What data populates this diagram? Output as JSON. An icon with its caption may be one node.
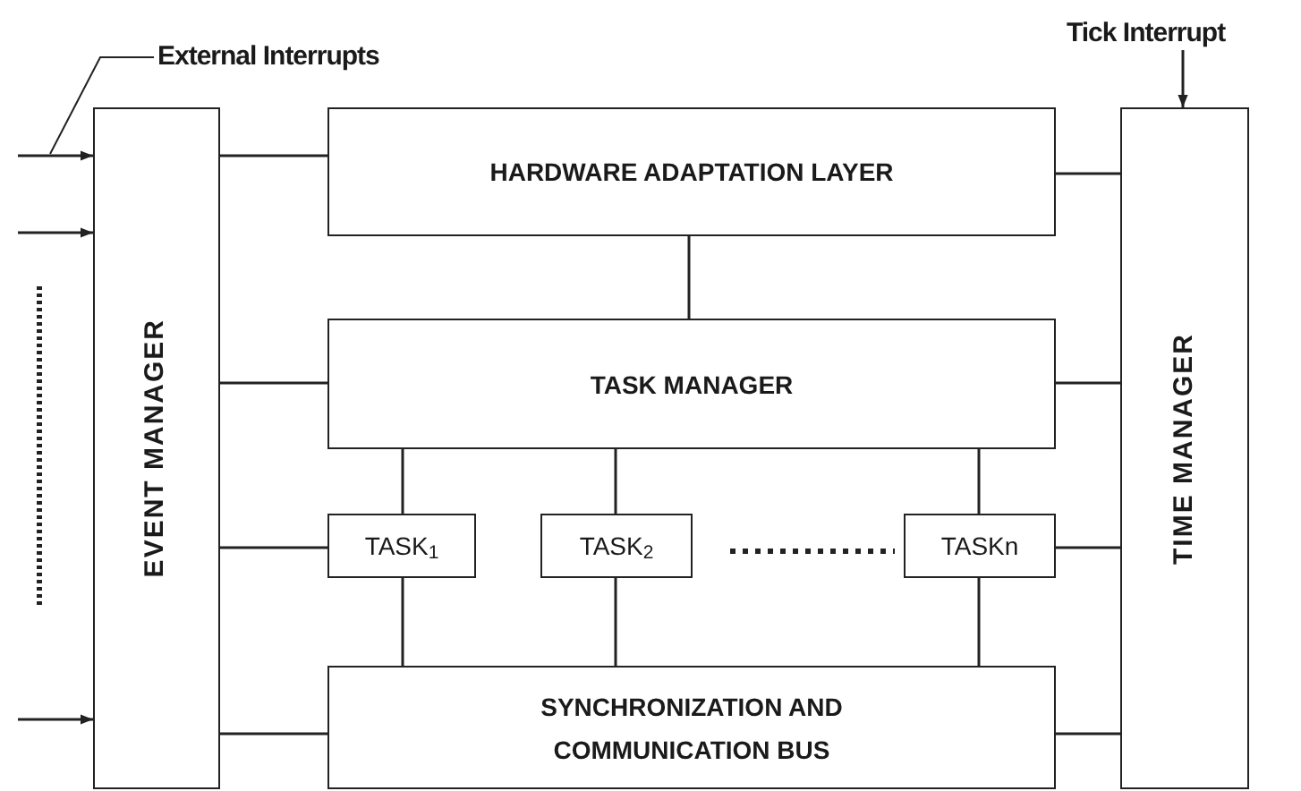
{
  "diagram": {
    "nodes": [
      {
        "text": [
          "External Interrupts"
        ]
      },
      {
        "text": [
          "Tick Interrupt"
        ]
      },
      {
        "text": [
          "EVENT MANAGER"
        ]
      },
      {
        "text": [
          "HARDWARE ADAPTATION LAYER"
        ]
      },
      {
        "text": [
          "TIME MANAGER"
        ]
      },
      {
        "text": [
          "TASK MANAGER"
        ]
      },
      {
        "text": [
          "TASK$_{1}$"
        ]
      },
      {
        "text": [
          "TASK$_{2}$"
        ]
      },
      {
        "text": [
          "TASKn"
        ]
      },
      {
        "text": [
          "SYNCHRONIZATION AND COMMUNICATION BUS"
        ]
      }
    ],
    "edges": [
      {
        "from": 0,
        "to": null,
        "arrow": "none"
      },
      {
        "from": 1,
        "to": 4,
        "arrow": "to"
      },
      {
        "from": null,
        "to": 2,
        "arrow": "to"
      },
      {
        "from": null,
        "to": 2,
        "arrow": "to"
      },
      {
        "from": null,
        "to": 2,
        "arrow": "to"
      },
      {
        "from": 2,
        "to": 3,
        "arrow": "none"
      },
      {
        "from": 3,
        "to": 4,
        "arrow": "none"
      },
      {
        "from": 3,
        "to": 5,
        "arrow": "none"
      },
      {
        "from": 2,
        "to": 5,
        "arrow": "none"
      },
      {
        "from": 5,
        "to": 4,
        "arrow": "none"
      },
      {
        "from": 5,
        "to": 6,
        "arrow": "none"
      },
      {
        "from": 5,
        "to": 7,
        "arrow": "none"
      },
      {
        "from": 5,
        "to": 8,
        "arrow": "none"
      },
      {
        "from": 2,
        "to": 6,
        "arrow": "none"
      },
      {
        "from": 8,
        "to": 4,
        "arrow": "none"
      },
      {
        "from": 6,
        "to": 9,
        "arrow": "none"
      },
      {
        "from": 7,
        "to": 9,
        "arrow": "none"
      },
      {
        "from": 8,
        "to": 9,
        "arrow": "none"
      },
      {
        "from": 2,
        "to": 9,
        "arrow": "none"
      },
      {
        "from": 9,
        "to": 4,
        "arrow": "none"
      }
    ]
  }
}
